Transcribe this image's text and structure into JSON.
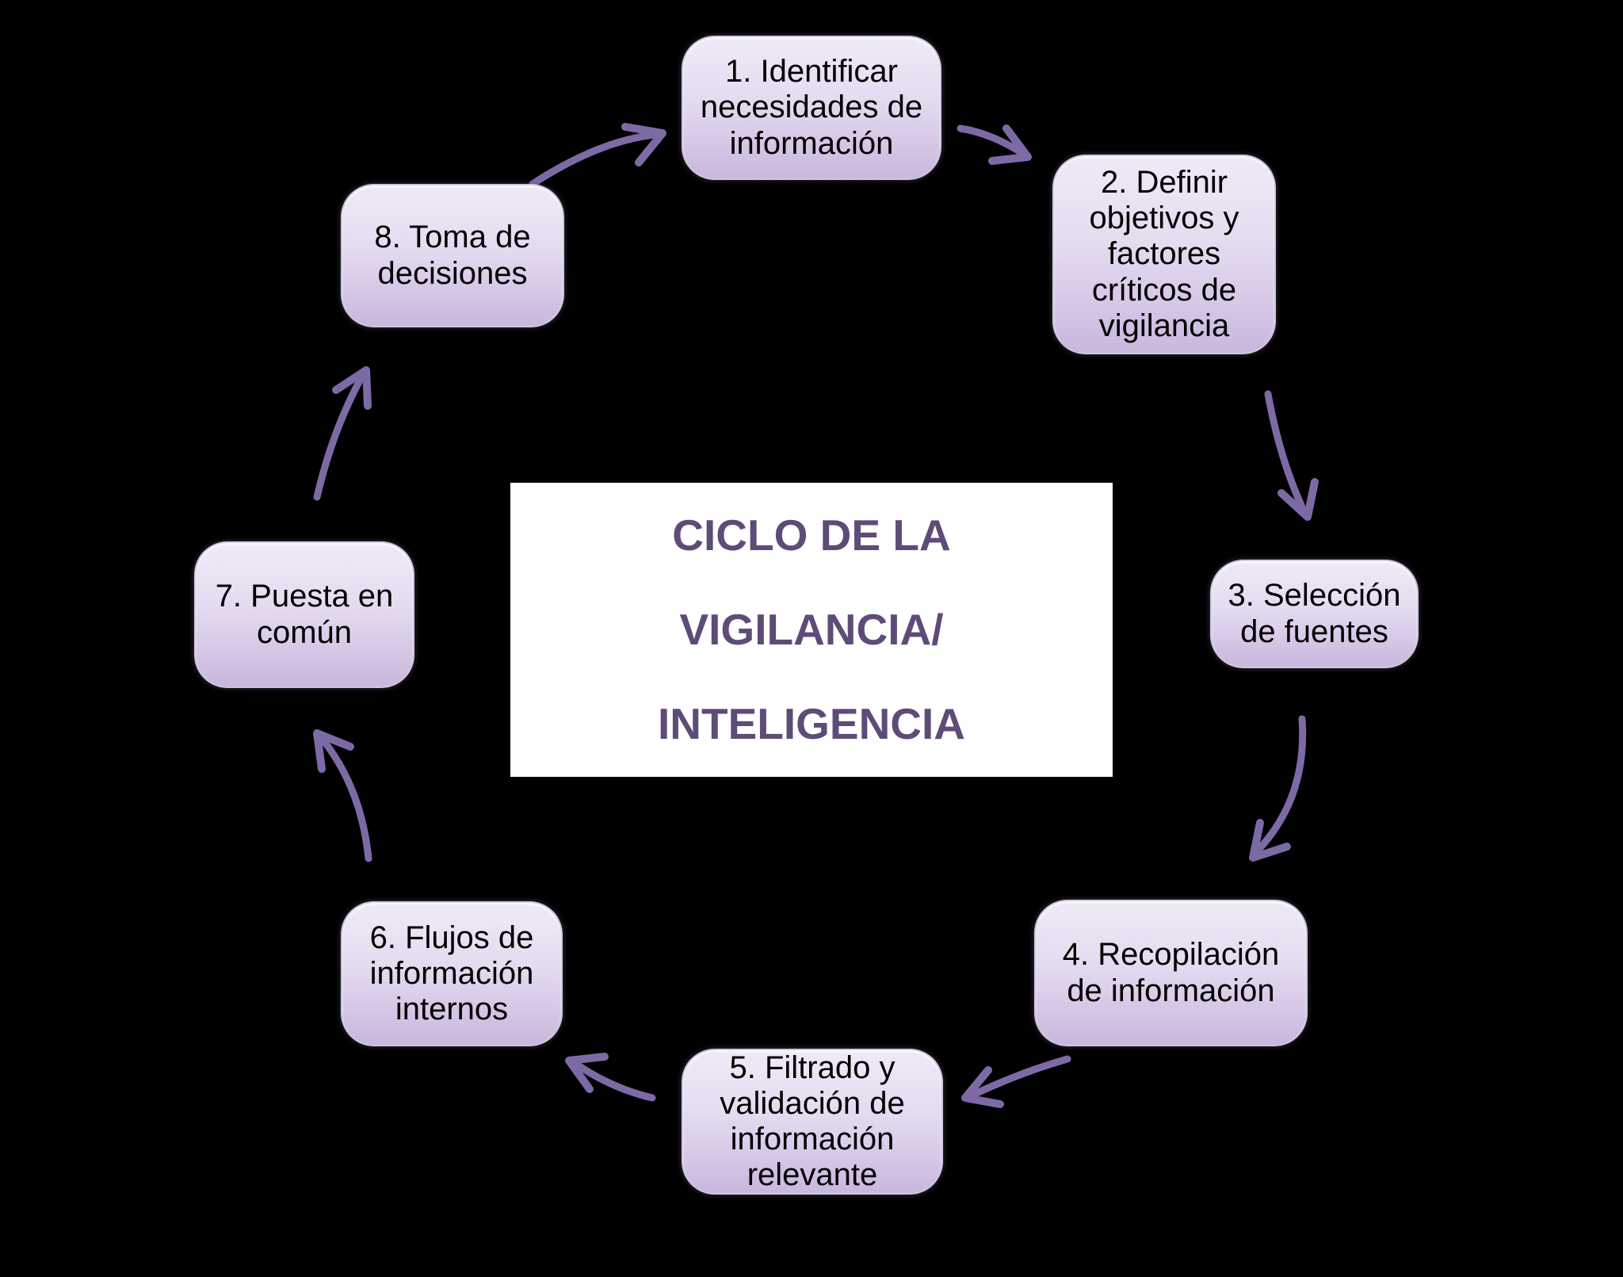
{
  "diagram": {
    "background_color": "#000000",
    "arrow_color": "#7d6aa5",
    "box_style": {
      "gradient_top": "#efeaf7",
      "gradient_bottom": "#c9b7dd",
      "border_color": "#cfc8dd",
      "text_color": "#000000"
    },
    "center_panel": {
      "panel_color": "#ffffff",
      "title_color": "#5f4b78",
      "title_lines": [
        "CICLO DE LA",
        "VIGILANCIA/",
        "INTELIGENCIA"
      ]
    },
    "steps": [
      {
        "number": 1,
        "label": "1. Identificar necesidades de información"
      },
      {
        "number": 2,
        "label": "2. Definir objetivos y factores críticos de vigilancia"
      },
      {
        "number": 3,
        "label": "3. Selección de fuentes"
      },
      {
        "number": 4,
        "label": "4. Recopilación de información"
      },
      {
        "number": 5,
        "label": "5. Filtrado y validación de información relevante"
      },
      {
        "number": 6,
        "label": "6. Flujos de información internos"
      },
      {
        "number": 7,
        "label": "7. Puesta en común"
      },
      {
        "number": 8,
        "label": "8. Toma de decisiones"
      }
    ]
  }
}
